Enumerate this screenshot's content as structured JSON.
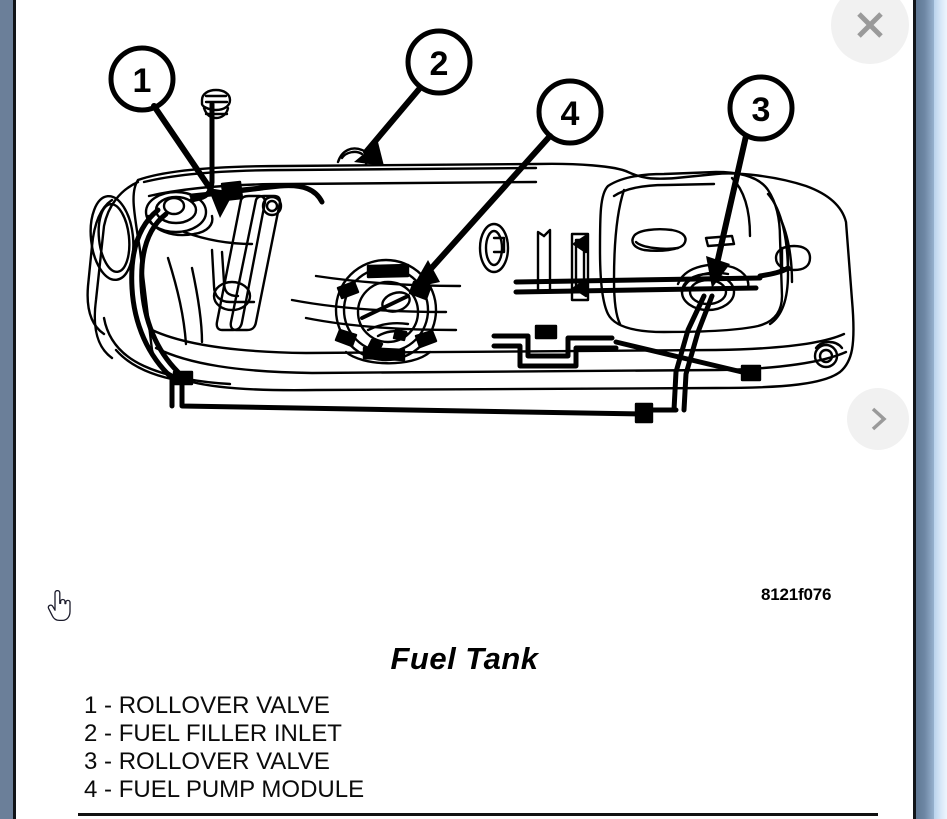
{
  "viewer": {
    "close_label": "✕",
    "close_icon": "close-icon",
    "next_label": "›",
    "next_icon": "chevron-right-icon",
    "cursor_icon": "pointing-hand-cursor"
  },
  "figure": {
    "part_number": "8121f076",
    "title": "Fuel Tank",
    "callouts": [
      {
        "number": "1",
        "label": "ROLLOVER VALVE"
      },
      {
        "number": "2",
        "label": "FUEL FILLER INLET"
      },
      {
        "number": "3",
        "label": "ROLLOVER VALVE"
      },
      {
        "number": "4",
        "label": "FUEL PUMP MODULE"
      }
    ],
    "legend": [
      {
        "number": "1",
        "dash": "-",
        "label": "ROLLOVER VALVE"
      },
      {
        "number": "2",
        "dash": "-",
        "label": "FUEL FILLER INLET"
      },
      {
        "number": "3",
        "dash": "-",
        "label": "ROLLOVER VALVE"
      },
      {
        "number": "4",
        "dash": "-",
        "label": "FUEL PUMP MODULE"
      }
    ]
  },
  "colors": {
    "page_background": "#ffffff",
    "line_art": "#000000",
    "gutter_blue": "#6b7f99",
    "scrollbar_light": "#cfe1f4",
    "control_background": "#f1f1f1",
    "control_glyph": "#9a9a9a"
  }
}
